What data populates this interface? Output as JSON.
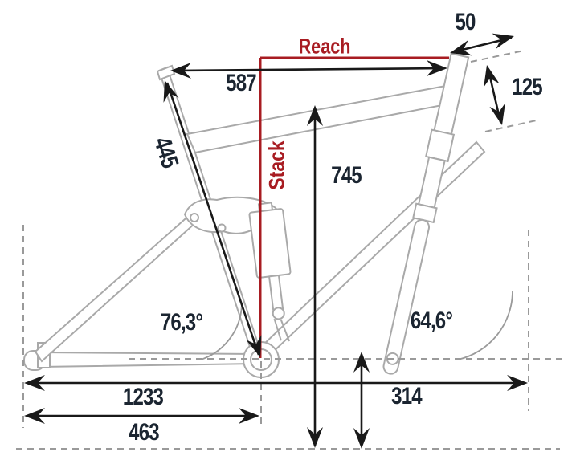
{
  "labels": {
    "reach": "Reach",
    "stack": "Stack"
  },
  "measurements": {
    "top_horizontal": "587",
    "seat_tube": "445",
    "fork_offset": "50",
    "head_tube": "125",
    "standover": "745",
    "seat_angle": "76,3°",
    "head_angle": "64,6°",
    "wheelbase": "1233",
    "chainstay": "463",
    "bb_height": "314"
  },
  "colors": {
    "accent_red": "#a81c22",
    "dimension_ink": "#1b2531",
    "frame_gray": "#a9a9a9"
  }
}
